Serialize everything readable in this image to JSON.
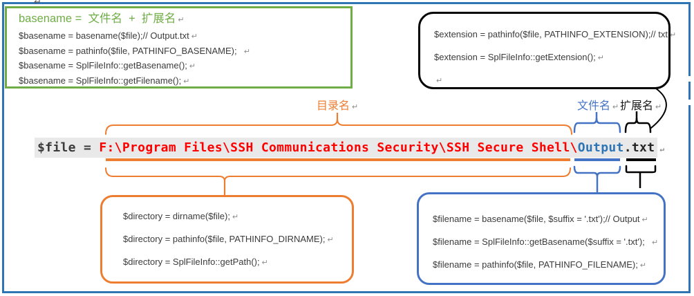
{
  "palette": {
    "green": "#70AD47",
    "orange": "#ED7D31",
    "blue": "#4472C4",
    "outer_border_blue": "#2E75B6",
    "path_red": "#FF0000",
    "filename_blue": "#2E75B6",
    "code_text": "#3B3B3B",
    "highlight_gray": "#E9E9E9",
    "black": "#000000"
  },
  "return_mark": "↵",
  "cropped_mark": "↵",
  "green_box": {
    "heading": "basename =  文件名  +  扩展名",
    "lines": [
      "$basename = basename($file);// Output.txt",
      "$basename = pathinfo($file, PATHINFO_BASENAME);  ",
      "$basename = SplFileInfo::getBasename();",
      "$basename = SplFileInfo::getFilename();"
    ]
  },
  "extension_box": {
    "lines": [
      "$extension = pathinfo($file, PATHINFO_EXTENSION);// txt",
      "$extension = SplFileInfo::getExtension();"
    ],
    "empty_line": " "
  },
  "labels": {
    "directory": "目录名",
    "filename": "文件名",
    "extension": "扩展名"
  },
  "file_line": {
    "prefix": "$file = ",
    "directory": "F:\\Program Files\\SSH Communications Security\\SSH Secure Shell\\",
    "filename": "Output",
    "extension": ".txt"
  },
  "directory_box": {
    "lines": [
      "$directory = dirname($file);",
      "$directory = pathinfo($file, PATHINFO_DIRNAME);",
      "$directory = SplFileInfo::getPath();"
    ]
  },
  "filename_box": {
    "lines": [
      "$filename = basename($file, $suffix = '.txt');// Output",
      "$filename = SplFileInfo::getBasename($suffix = '.txt');  ",
      "$filename = pathinfo($file, PATHINFO_FILENAME);"
    ]
  }
}
